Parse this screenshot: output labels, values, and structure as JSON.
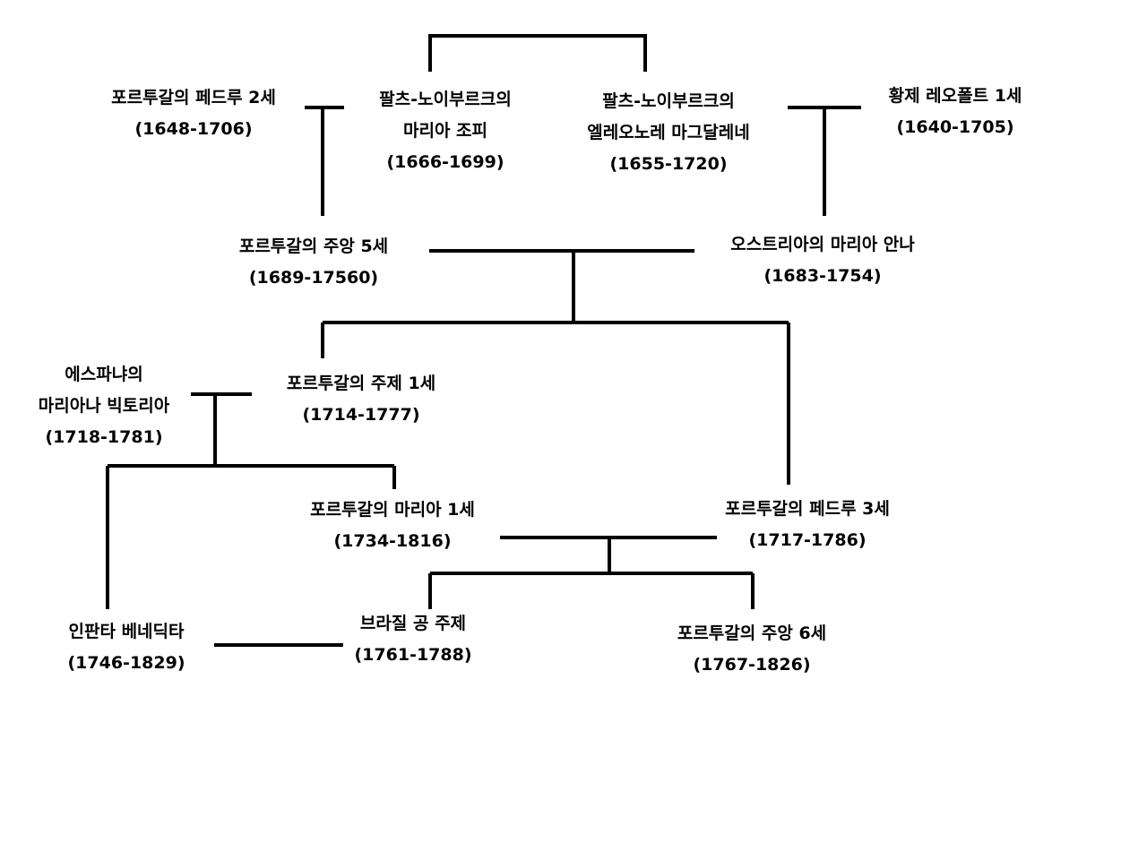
{
  "people": [
    {
      "id": "pedro2",
      "name": "포르투갈의 페드루 2세",
      "years": "(1648-1706)"
    },
    {
      "id": "maria-sofia",
      "name": "팔츠-노이부르크의",
      "name2": "마리아 조피",
      "years": "(1666-1699)"
    },
    {
      "id": "eleonore",
      "name": "팔츠-노이부르크의",
      "name2": "엘레오노레 마그달레네",
      "years": "(1655-1720)"
    },
    {
      "id": "leopold1",
      "name": "황제 레오폴트 1세",
      "years": "(1640-1705)"
    },
    {
      "id": "joao5",
      "name": "포르투갈의 주앙 5세",
      "years": "(1689-17560)"
    },
    {
      "id": "maria-anna",
      "name": "오스트리아의 마리아 안나",
      "years": "(1683-1754)"
    },
    {
      "id": "mariana-victoria",
      "name": "에스파냐의",
      "name2": "마리아나 빅토리아",
      "years": "(1718-1781)"
    },
    {
      "id": "jose1",
      "name": "포르투갈의 주제 1세",
      "years": "(1714-1777)"
    },
    {
      "id": "maria1",
      "name": "포르투갈의 마리아 1세",
      "years": "(1734-1816)"
    },
    {
      "id": "pedro3",
      "name": "포르투갈의 페드루 3세",
      "years": "(1717-1786)"
    },
    {
      "id": "benedita",
      "name": "인판타 베네딕타",
      "years": "(1746-1829)"
    },
    {
      "id": "jose-brazil",
      "name": "브라질 공 주제",
      "years": "(1761-1788)"
    },
    {
      "id": "joao6",
      "name": "포르투갈의 주앙 6세",
      "years": "(1767-1826)"
    }
  ]
}
